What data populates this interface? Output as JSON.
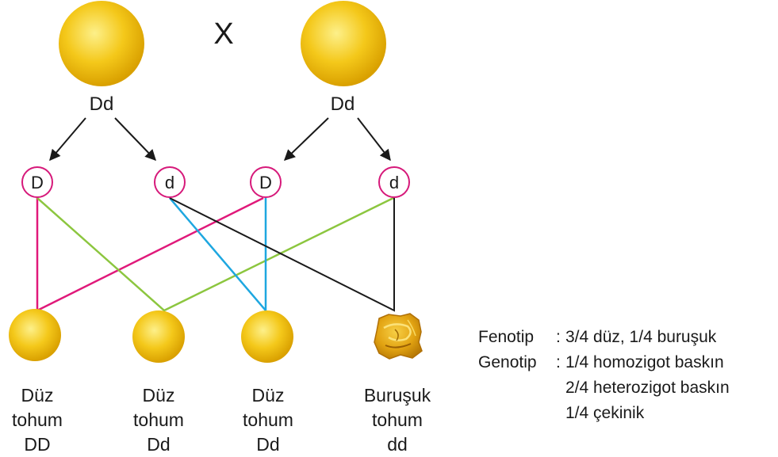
{
  "cross_symbol": "X",
  "parents": [
    {
      "genotype": "Dd"
    },
    {
      "genotype": "Dd"
    }
  ],
  "gametes": [
    "D",
    "d",
    "D",
    "d"
  ],
  "offspring": [
    {
      "line1": "Düz",
      "line2": "tohum",
      "genotype": "DD",
      "shape": "smooth"
    },
    {
      "line1": "Düz",
      "line2": "tohum",
      "genotype": "Dd",
      "shape": "smooth"
    },
    {
      "line1": "Düz",
      "line2": "tohum",
      "genotype": "Dd",
      "shape": "smooth"
    },
    {
      "line1": "Buruşuk",
      "line2": "tohum",
      "genotype": "dd",
      "shape": "wrinkled"
    }
  ],
  "summary": {
    "phenotype_label": "Fenotip",
    "phenotype_value": "3/4 düz, 1/4 buruşuk",
    "genotype_label": "Genotip",
    "genotype_values": [
      "1/4 homozigot baskın",
      "2/4 heterozigot baskın",
      "1/4 çekinik"
    ]
  },
  "colors": {
    "seed_fill": "#f2c40f",
    "seed_highlight": "#fbe96a",
    "seed_edge": "#d9a400",
    "wrinkled_fill": "#e0a010",
    "gamete_circle": "#d6197a",
    "line_magenta": "#e0197a",
    "line_green": "#8cc63f",
    "line_cyan": "#1ea7e0",
    "line_black": "#1a1a1a",
    "arrow": "#1a1a1a"
  }
}
